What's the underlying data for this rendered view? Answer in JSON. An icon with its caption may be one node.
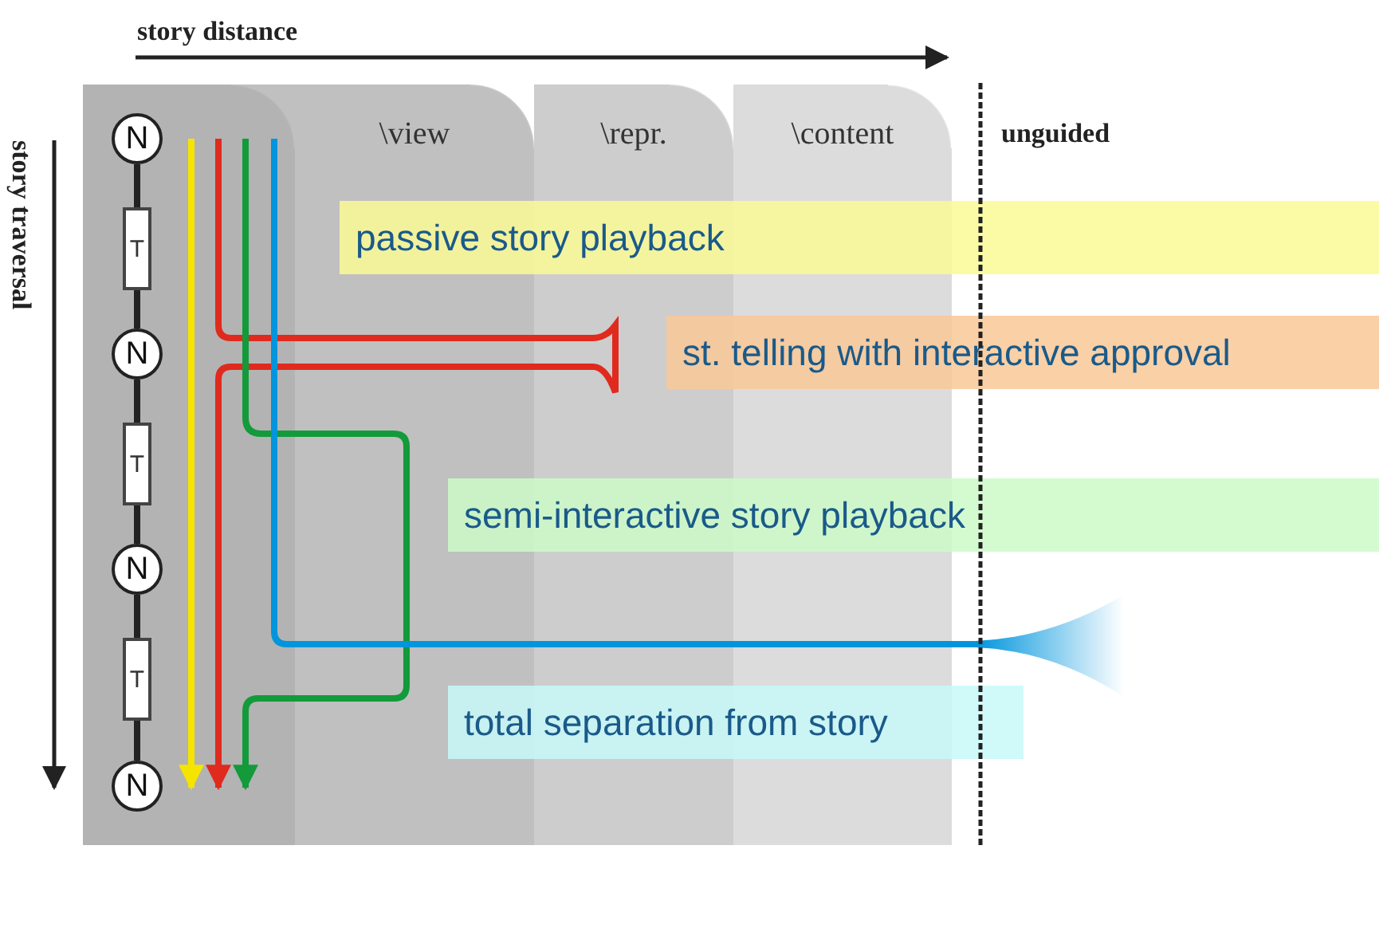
{
  "diagram": {
    "nodes": [
      {
        "text": [
          "\\view"
        ]
      },
      {
        "text": [
          "\\repr."
        ]
      },
      {
        "text": [
          "\\content"
        ]
      },
      {
        "text": [
          "N"
        ]
      },
      {
        "text": [
          "T"
        ]
      },
      {
        "text": [
          "N"
        ]
      },
      {
        "text": [
          "T"
        ]
      },
      {
        "text": [
          "N"
        ]
      },
      {
        "text": [
          "T"
        ]
      },
      {
        "text": [
          "N"
        ]
      },
      {
        "text": [
          "passive story playback"
        ]
      },
      {
        "text": [
          "st. telling with interactive approval"
        ]
      },
      {
        "text": [
          "semi-interactive story playback"
        ]
      },
      {
        "text": [
          "total separation from story"
        ]
      }
    ],
    "edges": [
      {
        "from": 3,
        "to": 4,
        "arrow": "none"
      },
      {
        "from": 4,
        "to": 5,
        "arrow": "none"
      },
      {
        "from": 5,
        "to": 6,
        "arrow": "none"
      },
      {
        "from": 6,
        "to": 7,
        "arrow": "none"
      },
      {
        "from": 7,
        "to": 8,
        "arrow": "none"
      },
      {
        "from": 8,
        "to": 9,
        "arrow": "none"
      }
    ],
    "labels": [
      "story distance",
      "unguided",
      "story traversal"
    ]
  }
}
